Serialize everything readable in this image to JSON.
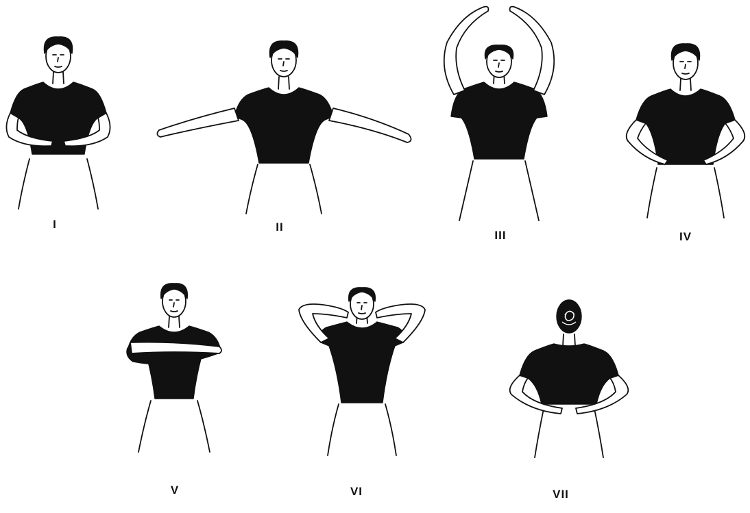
{
  "figures": [
    {
      "label": "I"
    },
    {
      "label": "II"
    },
    {
      "label": "III"
    },
    {
      "label": "IV"
    },
    {
      "label": "V"
    },
    {
      "label": "VI"
    },
    {
      "label": "VII"
    }
  ],
  "colors": {
    "ink": "#111111",
    "background": "#ffffff"
  }
}
